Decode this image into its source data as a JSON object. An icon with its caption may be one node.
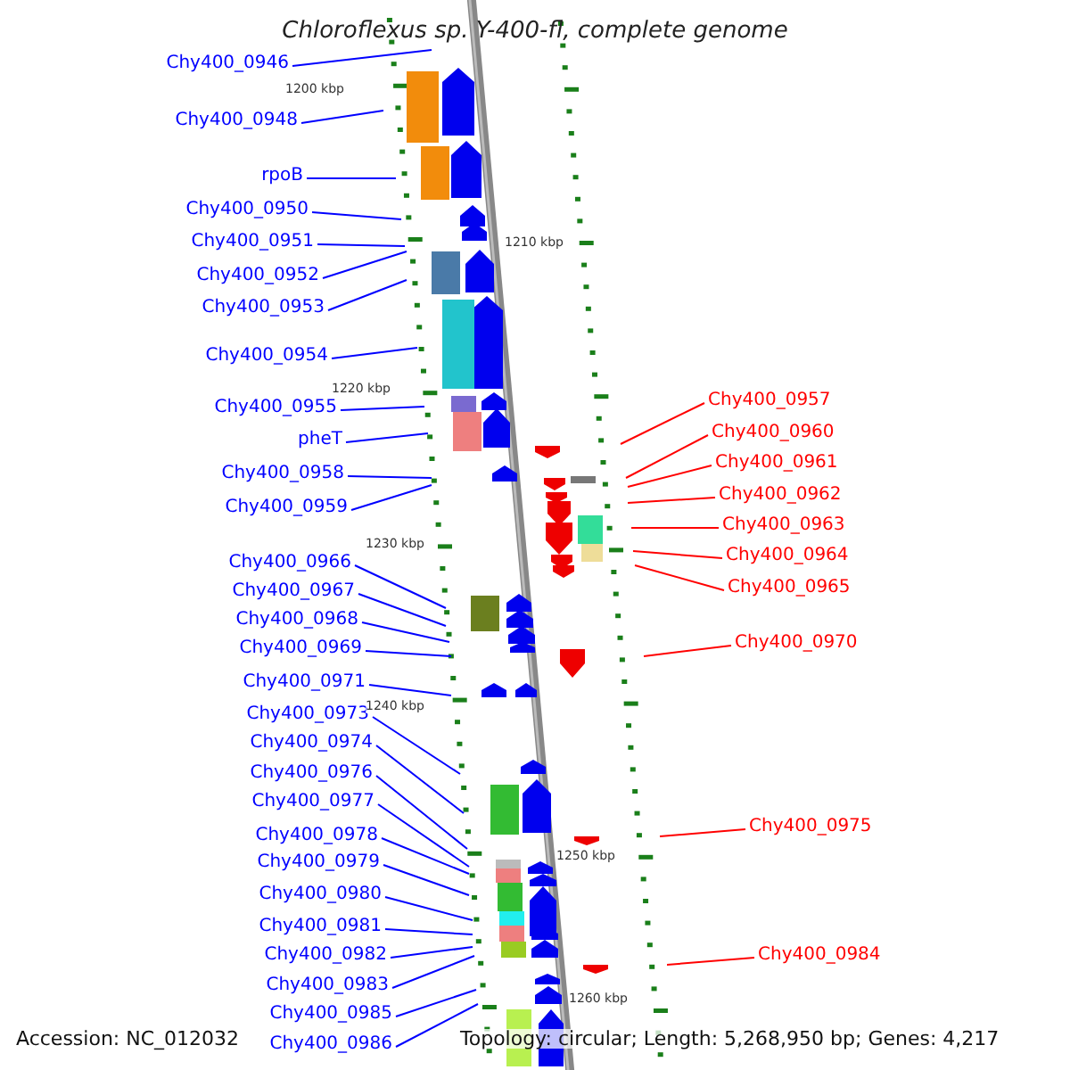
{
  "diagram": {
    "title": "Chloroflexus sp. Y-400-fl, complete genome",
    "nodes": [
      {
        "text": [
          "Chy400_0946"
        ]
      },
      {
        "text": [
          "Chy400_0948"
        ]
      },
      {
        "text": [
          "rpoB"
        ]
      },
      {
        "text": [
          "Chy400_0950"
        ]
      },
      {
        "text": [
          "Chy400_0951"
        ]
      },
      {
        "text": [
          "Chy400_0952"
        ]
      },
      {
        "text": [
          "Chy400_0953"
        ]
      },
      {
        "text": [
          "Chy400_0954"
        ]
      },
      {
        "text": [
          "Chy400_0955"
        ]
      },
      {
        "text": [
          "pheT"
        ]
      },
      {
        "text": [
          "Chy400_0958"
        ]
      },
      {
        "text": [
          "Chy400_0959"
        ]
      },
      {
        "text": [
          "Chy400_0966"
        ]
      },
      {
        "text": [
          "Chy400_0967"
        ]
      },
      {
        "text": [
          "Chy400_0968"
        ]
      },
      {
        "text": [
          "Chy400_0969"
        ]
      },
      {
        "text": [
          "Chy400_0971"
        ]
      },
      {
        "text": [
          "Chy400_0973"
        ]
      },
      {
        "text": [
          "Chy400_0974"
        ]
      },
      {
        "text": [
          "Chy400_0976"
        ]
      },
      {
        "text": [
          "Chy400_0977"
        ]
      },
      {
        "text": [
          "Chy400_0978"
        ]
      },
      {
        "text": [
          "Chy400_0979"
        ]
      },
      {
        "text": [
          "Chy400_0980"
        ]
      },
      {
        "text": [
          "Chy400_0981"
        ]
      },
      {
        "text": [
          "Chy400_0982"
        ]
      },
      {
        "text": [
          "Chy400_0983"
        ]
      },
      {
        "text": [
          "Chy400_0985"
        ]
      },
      {
        "text": [
          "Chy400_0986"
        ]
      },
      {
        "text": [
          "Chy400_0957"
        ]
      },
      {
        "text": [
          "Chy400_0960"
        ]
      },
      {
        "text": [
          "Chy400_0961"
        ]
      },
      {
        "text": [
          "Chy400_0962"
        ]
      },
      {
        "text": [
          "Chy400_0963"
        ]
      },
      {
        "text": [
          "Chy400_0964"
        ]
      },
      {
        "text": [
          "Chy400_0965"
        ]
      },
      {
        "text": [
          "Chy400_0970"
        ]
      },
      {
        "text": [
          "Chy400_0975"
        ]
      },
      {
        "text": [
          "Chy400_0984"
        ]
      }
    ],
    "edges": [
      {
        "from": 0,
        "to": null,
        "arrow": "none",
        "color": "#0000ff"
      },
      {
        "from": 1,
        "to": null,
        "arrow": "none",
        "color": "#0000ff"
      },
      {
        "from": 2,
        "to": null,
        "arrow": "none",
        "color": "#0000ff"
      },
      {
        "from": 3,
        "to": null,
        "arrow": "none",
        "color": "#0000ff"
      },
      {
        "from": 4,
        "to": null,
        "arrow": "none",
        "color": "#0000ff"
      },
      {
        "from": 5,
        "to": null,
        "arrow": "none",
        "color": "#0000ff"
      },
      {
        "from": 6,
        "to": null,
        "arrow": "none",
        "color": "#0000ff"
      },
      {
        "from": 7,
        "to": null,
        "arrow": "none",
        "color": "#0000ff"
      },
      {
        "from": 8,
        "to": null,
        "arrow": "none",
        "color": "#0000ff"
      },
      {
        "from": 9,
        "to": null,
        "arrow": "none",
        "color": "#0000ff"
      },
      {
        "from": 10,
        "to": null,
        "arrow": "none",
        "color": "#0000ff"
      },
      {
        "from": 11,
        "to": null,
        "arrow": "none",
        "color": "#0000ff"
      },
      {
        "from": 12,
        "to": null,
        "arrow": "none",
        "color": "#0000ff"
      },
      {
        "from": 13,
        "to": null,
        "arrow": "none",
        "color": "#0000ff"
      },
      {
        "from": 14,
        "to": null,
        "arrow": "none",
        "color": "#0000ff"
      },
      {
        "from": 15,
        "to": null,
        "arrow": "none",
        "color": "#0000ff"
      },
      {
        "from": 16,
        "to": null,
        "arrow": "none",
        "color": "#0000ff"
      },
      {
        "from": 17,
        "to": null,
        "arrow": "none",
        "color": "#0000ff"
      },
      {
        "from": 18,
        "to": null,
        "arrow": "none",
        "color": "#0000ff"
      },
      {
        "from": 19,
        "to": null,
        "arrow": "none",
        "color": "#0000ff"
      },
      {
        "from": 20,
        "to": null,
        "arrow": "none",
        "color": "#0000ff"
      },
      {
        "from": 21,
        "to": null,
        "arrow": "none",
        "color": "#0000ff"
      },
      {
        "from": 22,
        "to": null,
        "arrow": "none",
        "color": "#0000ff"
      },
      {
        "from": 23,
        "to": null,
        "arrow": "none",
        "color": "#0000ff"
      },
      {
        "from": 24,
        "to": null,
        "arrow": "none",
        "color": "#0000ff"
      },
      {
        "from": 25,
        "to": null,
        "arrow": "none",
        "color": "#0000ff"
      },
      {
        "from": 26,
        "to": null,
        "arrow": "none",
        "color": "#0000ff"
      },
      {
        "from": 27,
        "to": null,
        "arrow": "none",
        "color": "#0000ff"
      },
      {
        "from": 28,
        "to": null,
        "arrow": "none",
        "color": "#0000ff"
      },
      {
        "from": 29,
        "to": null,
        "arrow": "none",
        "color": "#ff0000"
      },
      {
        "from": 30,
        "to": null,
        "arrow": "none",
        "color": "#ff0000"
      },
      {
        "from": 31,
        "to": null,
        "arrow": "none",
        "color": "#ff0000"
      },
      {
        "from": 32,
        "to": null,
        "arrow": "none",
        "color": "#ff0000"
      },
      {
        "from": 33,
        "to": null,
        "arrow": "none",
        "color": "#ff0000"
      },
      {
        "from": 34,
        "to": null,
        "arrow": "none",
        "color": "#ff0000"
      },
      {
        "from": 35,
        "to": null,
        "arrow": "none",
        "color": "#ff0000"
      },
      {
        "from": 36,
        "to": null,
        "arrow": "none",
        "color": "#ff0000"
      },
      {
        "from": 37,
        "to": null,
        "arrow": "none",
        "color": "#ff0000"
      },
      {
        "from": 38,
        "to": null,
        "arrow": "none",
        "color": "#ff0000"
      }
    ],
    "labels": [
      "1200 kbp",
      "1210 kbp",
      "1220 kbp",
      "1230 kbp",
      "1240 kbp",
      "1250 kbp",
      "1260 kbp",
      "Accession: NC_012032",
      "Topology: circular; Length: 5,268,950 bp; Genes: 4,217"
    ]
  }
}
